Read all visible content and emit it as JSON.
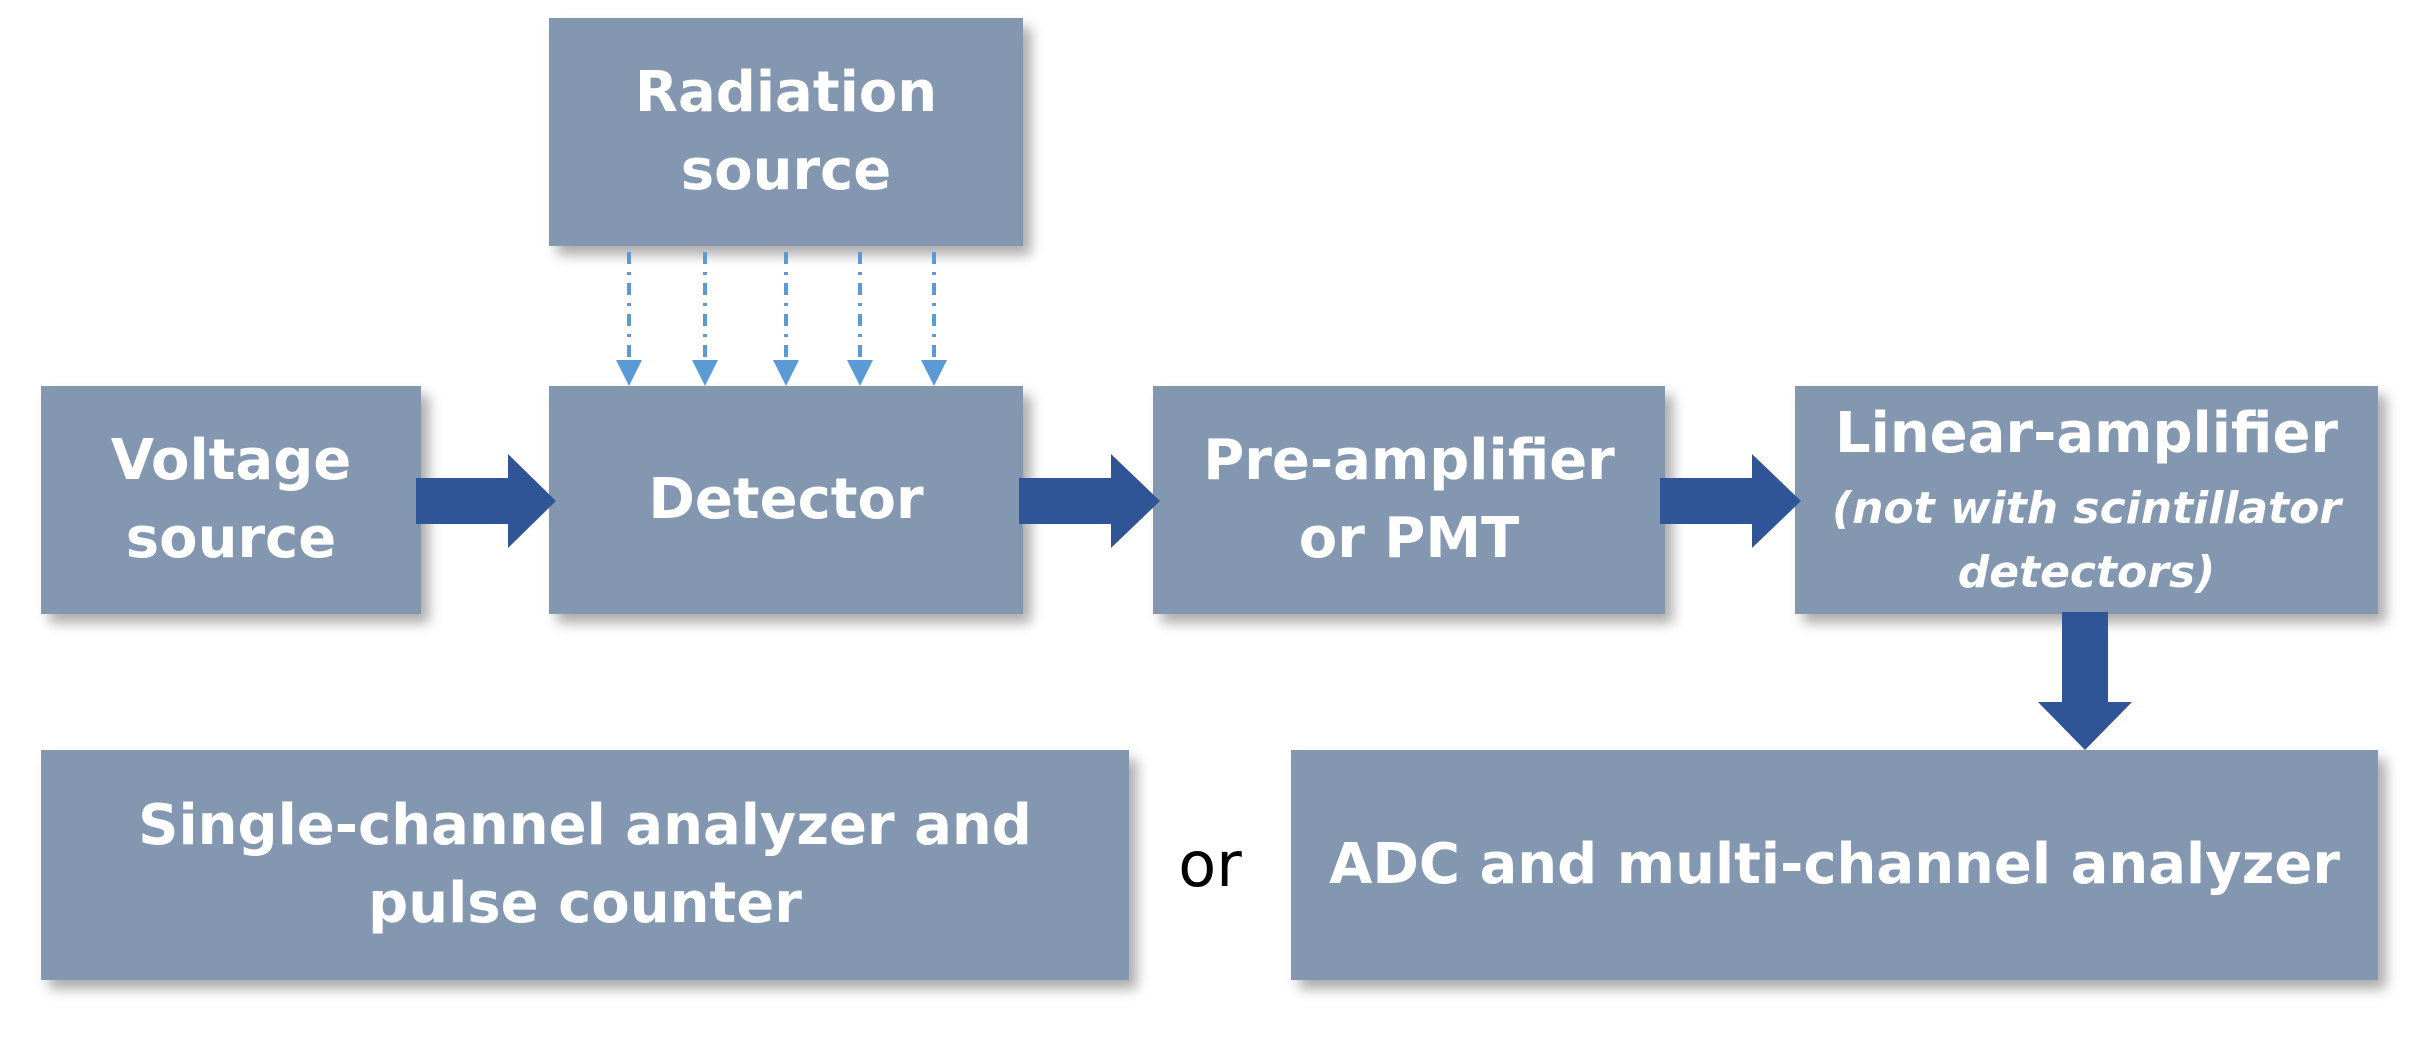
{
  "boxes": {
    "radiation_source": [
      "Radiation",
      "source"
    ],
    "voltage_source": [
      "Voltage",
      "source"
    ],
    "detector": [
      "Detector"
    ],
    "pre_amplifier": [
      "Pre-amplifier",
      "or PMT"
    ],
    "linear_amplifier": {
      "title": "Linear-amplifier",
      "note": [
        "(not with scintillator",
        "detectors)"
      ]
    },
    "single_channel": [
      "Single-channel analyzer and",
      "pulse counter"
    ],
    "adc_mca": [
      "ADC and multi-channel analyzer"
    ]
  },
  "connector_label": "or",
  "colors": {
    "box_fill": "#8497b0",
    "box_text": "#ffffff",
    "arrow": "#2f5597",
    "radiation_arrow": "#5b9bd5"
  }
}
